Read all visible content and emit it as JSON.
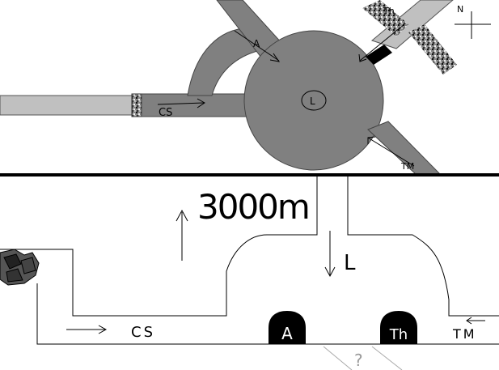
{
  "plan": {
    "north_label": "N",
    "center_label": "L",
    "tunnel_labels": {
      "A": "A",
      "Th": "Th",
      "CS": "CS",
      "TM": "TM"
    }
  },
  "section": {
    "elevation_label": "3000m",
    "shaft_label": "L",
    "left_tunnel_label": "CS",
    "right_tunnel_label": "TM",
    "portal_a_label": "A",
    "portal_th_label": "Th",
    "unknown_label": "?"
  },
  "colors": {
    "road_light": "#c0c0c0",
    "road_dark": "#808080",
    "rubble": "#333333",
    "ink": "#000000"
  }
}
